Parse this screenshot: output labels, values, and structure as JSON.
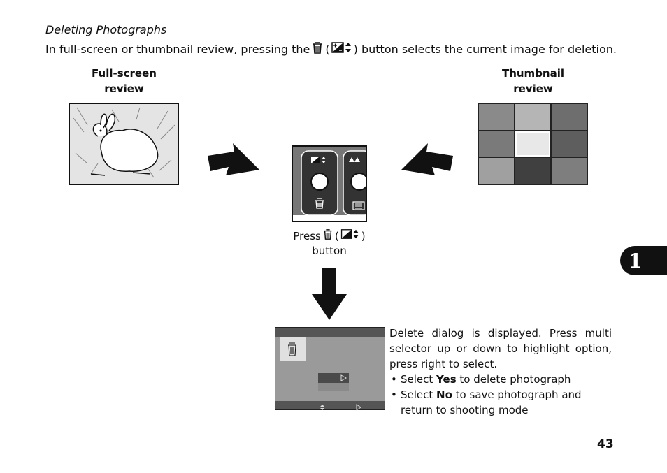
{
  "heading": "Deleting Photographs",
  "intro": {
    "before": "In full-screen or thumbnail review, pressing the",
    "after": "button selects the current image for deletion."
  },
  "labels": {
    "fullscreen": [
      "Full-screen",
      "review"
    ],
    "thumbnail": [
      "Thumbnail",
      "review"
    ]
  },
  "press": {
    "word": "Press",
    "button_word": "button"
  },
  "description": {
    "paragraph": "Delete dialog is displayed.  Press multi selector up or down to highlight option, press right to select.",
    "bullets": [
      {
        "pre": "Select ",
        "bold": "Yes",
        "post": " to delete photograph"
      },
      {
        "pre": "Select ",
        "bold": "No",
        "post": " to save photograph and return to shooting mode"
      }
    ]
  },
  "chapter_tab": "1",
  "page_number": "43"
}
